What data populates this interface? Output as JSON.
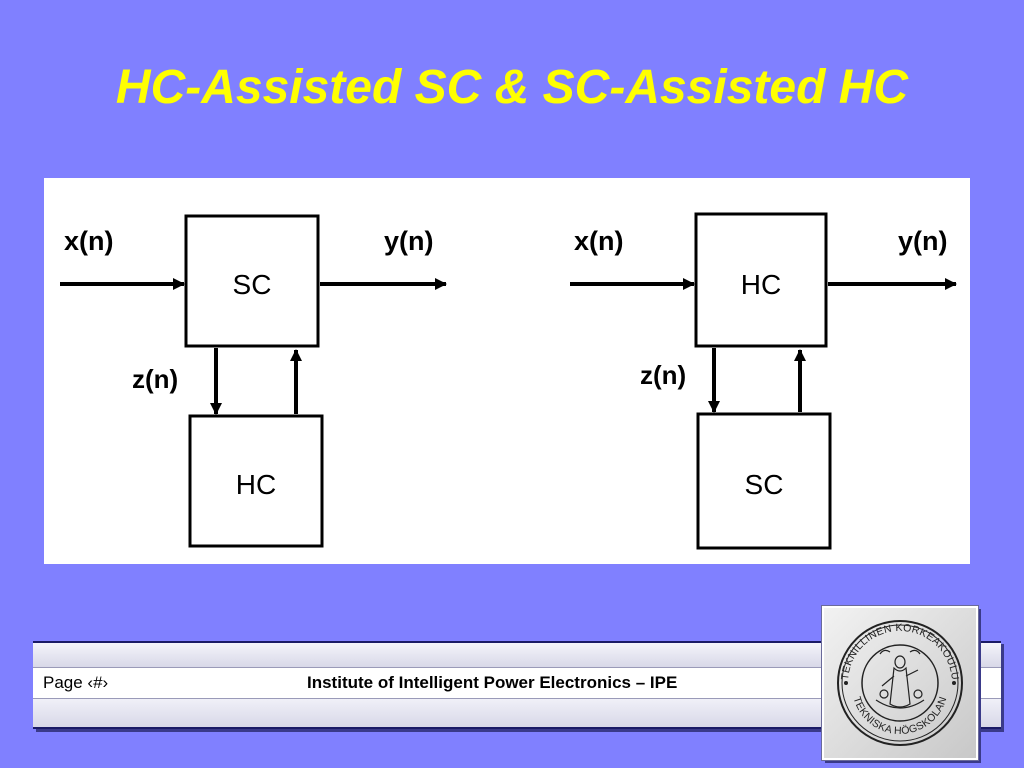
{
  "title": "HC-Assisted SC & SC-Assisted HC",
  "diagram": {
    "left": {
      "input_label": "x(n)",
      "output_label": "y(n)",
      "feedback_label": "z(n)",
      "top_block": "SC",
      "bottom_block": "HC"
    },
    "right": {
      "input_label": "x(n)",
      "output_label": "y(n)",
      "feedback_label": "z(n)",
      "top_block": "HC",
      "bottom_block": "SC"
    }
  },
  "footer": {
    "page_label": "Page  ‹#›",
    "institute": "Institute of Intelligent Power Electronics – IPE"
  },
  "logo": {
    "icon": "university-seal-icon",
    "ring_text_top": "TEKNILLINEN KORKEAKOULU",
    "ring_text_bottom": "TEKNISKA HÖGSKOLAN"
  }
}
